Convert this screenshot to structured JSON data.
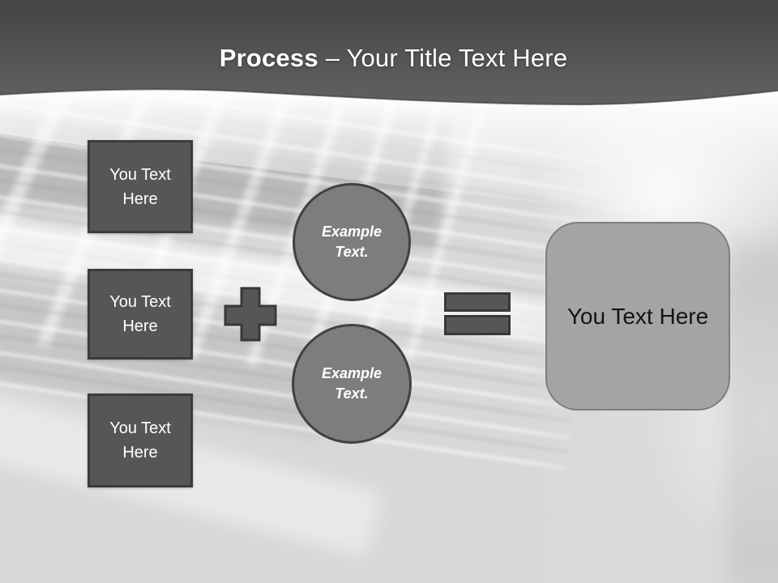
{
  "slide_title": {
    "bold": "Process",
    "rest": "– Your Title Text Here"
  },
  "input_boxes": [
    {
      "label": "You Text Here"
    },
    {
      "label": "You Text Here"
    },
    {
      "label": "You Text Here"
    }
  ],
  "operator_icons": {
    "plus": "plus-icon",
    "equals": "equals-icon"
  },
  "example_circles": [
    {
      "label": "Example Text."
    },
    {
      "label": "Example Text."
    }
  ],
  "result_box": {
    "label": "You Text Here"
  },
  "colors": {
    "header_gradient_top": "#454545",
    "header_gradient_bottom": "#616161",
    "dark_shape_fill": "#565656",
    "dark_shape_border": "#3a3a3a",
    "circle_fill": "#7d7d7d",
    "circle_border": "#414141",
    "result_fill": "#a4a4a4",
    "result_border": "#7e7e7e",
    "title_text": "#ffffff",
    "box_text": "#ffffff",
    "result_text": "#141414",
    "background": "#c7c7c7"
  }
}
